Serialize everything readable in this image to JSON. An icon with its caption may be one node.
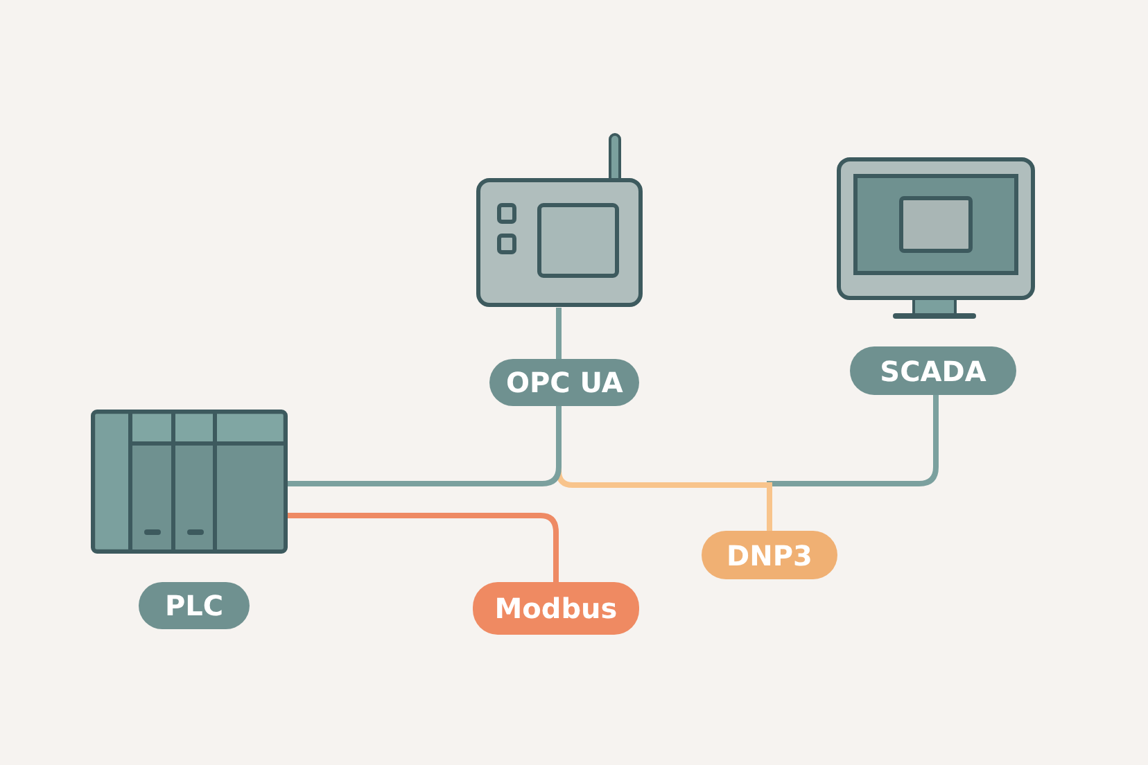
{
  "diagram": {
    "nodes": [
      {
        "text": [],
        "shape": "picture"
      },
      {
        "text": [
          "PLC"
        ]
      },
      {
        "text": [],
        "shape": "picture"
      },
      {
        "text": [
          "OPC UA"
        ]
      },
      {
        "text": [],
        "shape": "picture"
      },
      {
        "text": [
          "SCADA"
        ]
      },
      {
        "text": [
          "Modbus"
        ]
      },
      {
        "text": [
          "DNP3"
        ]
      }
    ],
    "edges": [
      {
        "from": 2,
        "to": 3,
        "arrow": "none"
      },
      {
        "from": 0,
        "to": 3,
        "arrow": "none"
      },
      {
        "from": 0,
        "to": 6,
        "arrow": "none",
        "color": "#ee8a64"
      },
      {
        "from": 3,
        "to": 7,
        "arrow": "none",
        "color": "#f8c48c"
      },
      {
        "from": 7,
        "to": 5,
        "arrow": "none"
      }
    ]
  }
}
